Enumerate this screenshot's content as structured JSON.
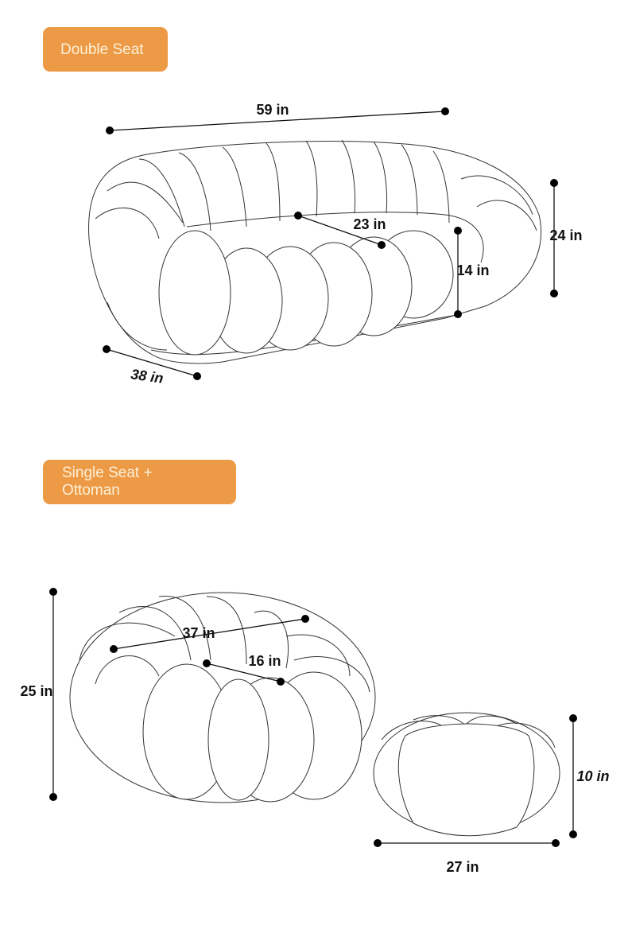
{
  "sections": [
    {
      "title": "Double Seat",
      "dimensions": {
        "width": "59 in",
        "seat_depth": "23 in",
        "height": "24 in",
        "seat_height": "14 in",
        "depth": "38 in"
      }
    },
    {
      "title_line1": "Single Seat +",
      "title_line2": "Ottoman",
      "dimensions": {
        "height": "25 in",
        "width": "37 in",
        "seat_depth": "16 in",
        "ottoman_height": "10 in",
        "ottoman_width": "27 in"
      }
    }
  ],
  "colors": {
    "badge": "#ec9a45",
    "badge_text": "#fdf0d8"
  }
}
